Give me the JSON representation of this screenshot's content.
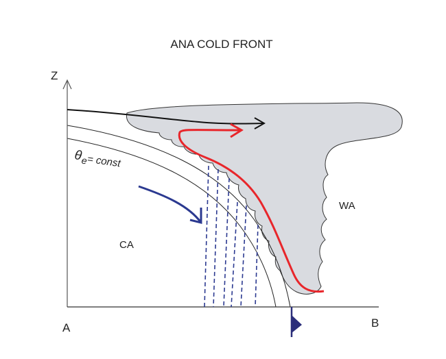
{
  "title": "ANA COLD FRONT",
  "labels": {
    "z_axis": "Z",
    "point_a": "A",
    "point_b": "B",
    "theta_symbol": "θ",
    "theta_sub": "e",
    "theta_rest": " = const",
    "cold_air": "CA",
    "warm_air": "WA"
  },
  "colors": {
    "cloud": "#d9dbe0",
    "warm_flow": "#e8262b",
    "cold_flow": "#2b3990",
    "front": "#2b2e7a"
  }
}
